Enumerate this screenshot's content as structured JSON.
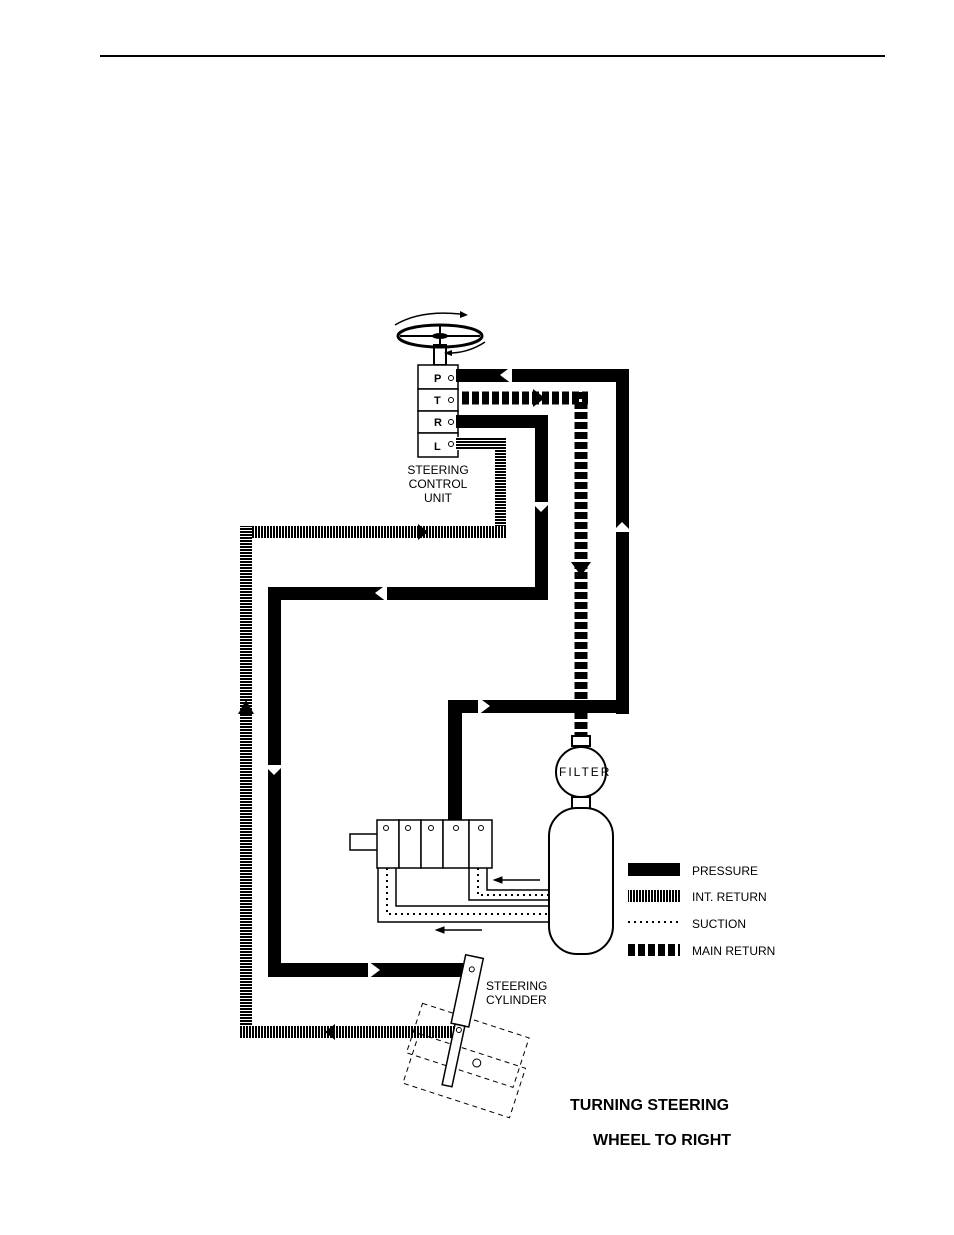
{
  "diagram": {
    "ports": [
      "P",
      "T",
      "R",
      "L"
    ],
    "labels": {
      "steering_control_unit": [
        "STEERING",
        "CONTROL",
        "UNIT"
      ],
      "filter": "FILTER",
      "steering_cylinder": [
        "STEERING",
        "CYLINDER"
      ]
    },
    "legend": [
      {
        "label": "PRESSURE",
        "style": "pressure"
      },
      {
        "label": "INT. RETURN",
        "style": "int-return"
      },
      {
        "label": "SUCTION",
        "style": "suction"
      },
      {
        "label": "MAIN RETURN",
        "style": "main-return"
      }
    ],
    "caption": [
      "TURNING STEERING",
      "WHEEL  TO RIGHT"
    ]
  }
}
